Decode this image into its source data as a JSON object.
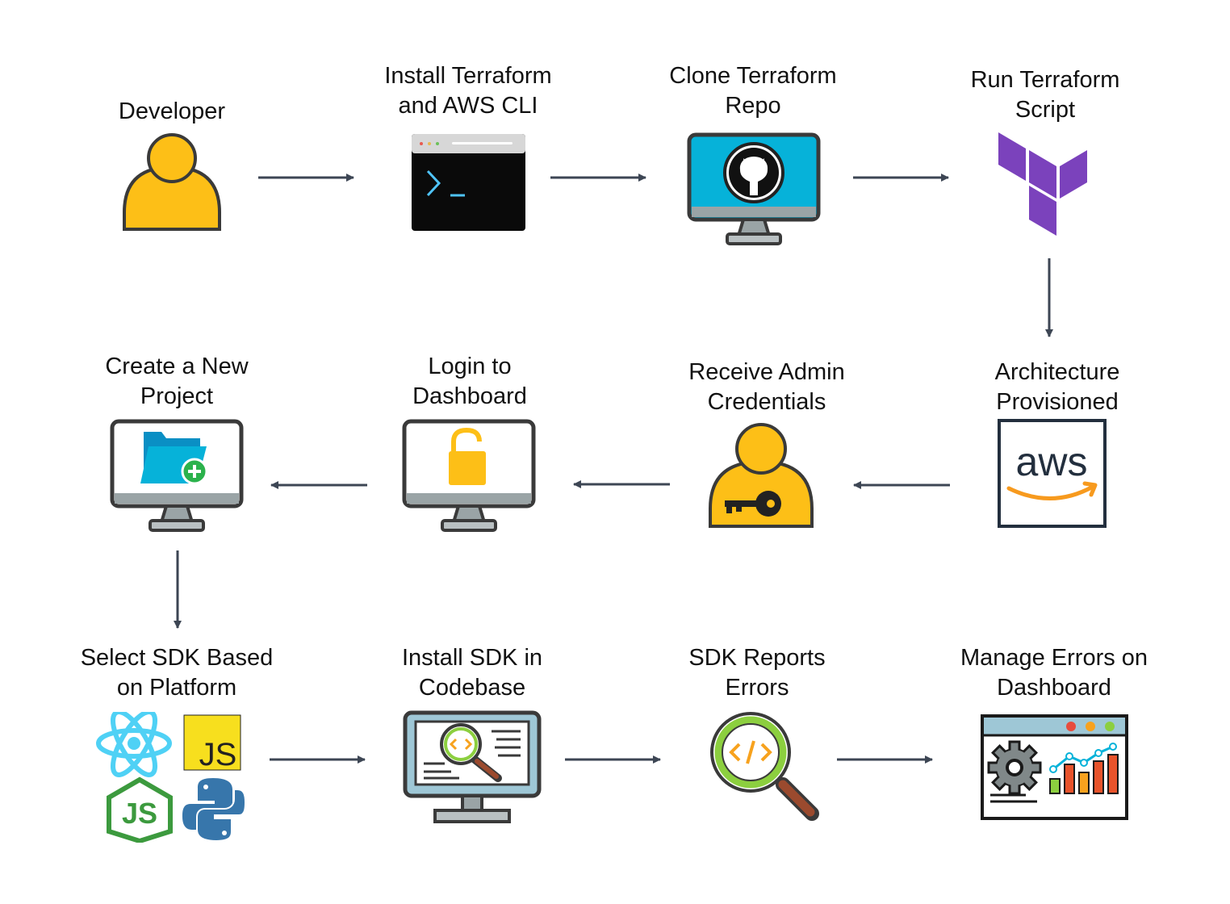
{
  "steps": [
    {
      "id": "developer",
      "lines": [
        "Developer"
      ],
      "icon": "user-icon"
    },
    {
      "id": "install",
      "lines": [
        "Install Terraform",
        "and AWS CLI"
      ],
      "icon": "terminal-icon"
    },
    {
      "id": "clone",
      "lines": [
        "Clone Terraform",
        "Repo"
      ],
      "icon": "github-monitor-icon"
    },
    {
      "id": "run",
      "lines": [
        "Run Terraform",
        "Script"
      ],
      "icon": "terraform-icon"
    },
    {
      "id": "provisioned",
      "lines": [
        "Architecture",
        "Provisioned"
      ],
      "icon": "aws-icon"
    },
    {
      "id": "credentials",
      "lines": [
        "Receive Admin",
        "Credentials"
      ],
      "icon": "user-key-icon"
    },
    {
      "id": "login",
      "lines": [
        "Login to",
        "Dashboard"
      ],
      "icon": "unlock-monitor-icon"
    },
    {
      "id": "project",
      "lines": [
        "Create a New",
        "Project"
      ],
      "icon": "folder-add-monitor-icon"
    },
    {
      "id": "select_sdk",
      "lines": [
        "Select SDK Based",
        "on Platform"
      ],
      "icon": "sdk-platforms-icon"
    },
    {
      "id": "install_sdk",
      "lines": [
        "Install SDK in",
        "Codebase"
      ],
      "icon": "code-search-monitor-icon"
    },
    {
      "id": "reports",
      "lines": [
        "SDK Reports",
        "Errors"
      ],
      "icon": "code-magnifier-icon"
    },
    {
      "id": "manage",
      "lines": [
        "Manage Errors on",
        "Dashboard"
      ],
      "icon": "analytics-dashboard-icon"
    }
  ],
  "aws_logo_text": "aws",
  "js_badge_text": "JS",
  "colors": {
    "arrow": "#3d4654",
    "user_yellow": "#fdbf17",
    "screen_blue": "#06b2d9",
    "terraform_purple": "#7b42bc",
    "aws_orange": "#f79a1e"
  }
}
